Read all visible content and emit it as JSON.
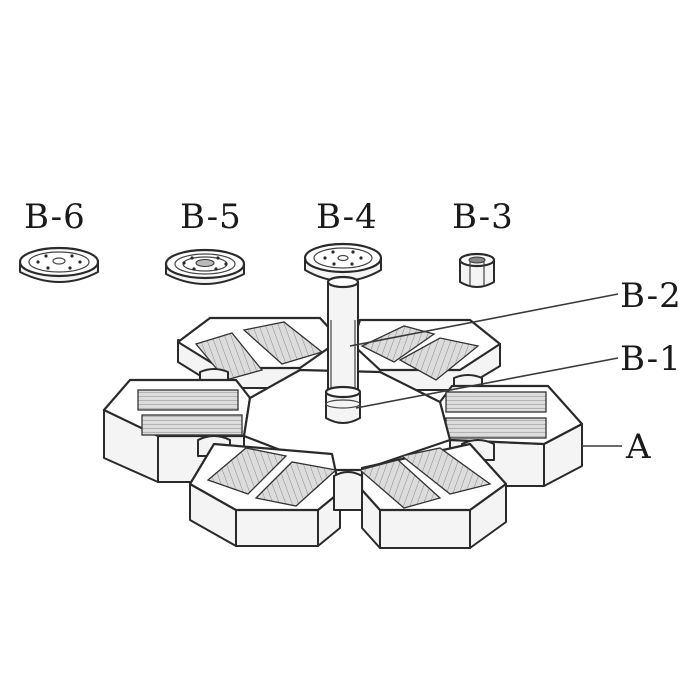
{
  "labels": {
    "b6": "B-6",
    "b5": "B-5",
    "b4": "B-4",
    "b3": "B-3",
    "b2": "B-2",
    "b1": "B-1",
    "a": "A"
  },
  "colors": {
    "line": "#2a2a2a",
    "panel": "#d9d9d9",
    "background": "#ffffff"
  }
}
